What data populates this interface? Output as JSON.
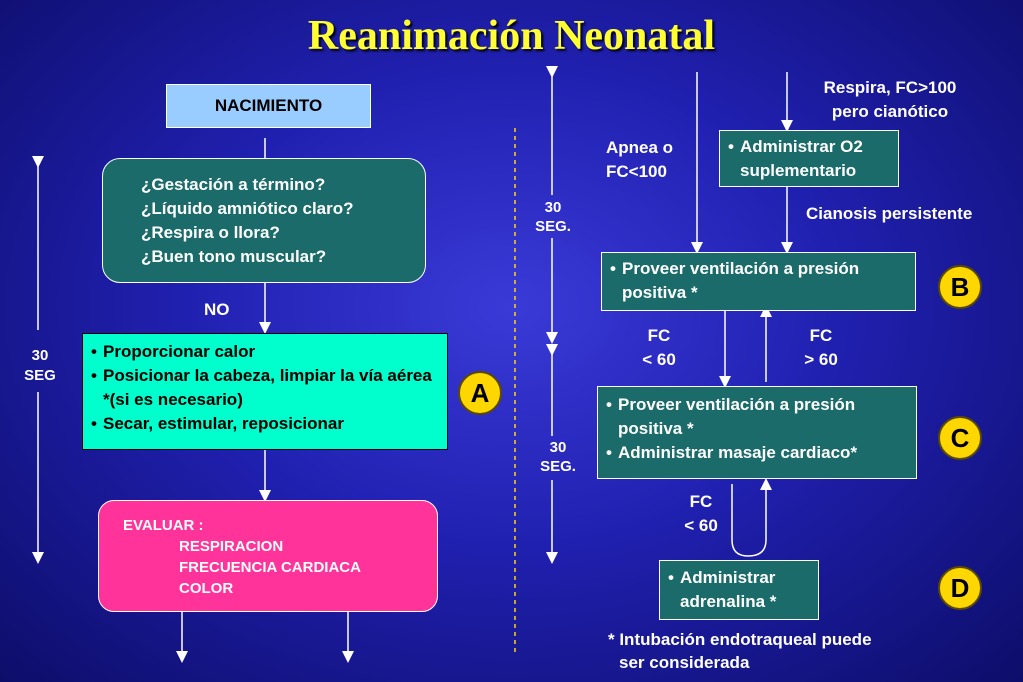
{
  "title": "Reanimación Neonatal",
  "left": {
    "nacimiento": "NACIMIENTO",
    "questions": [
      "¿Gestación a término?",
      "¿Líquido amniótico claro?",
      "¿Respira o llora?",
      "¿Buen tono muscular?"
    ],
    "no_label": "NO",
    "time_label": [
      "30",
      "SEG"
    ],
    "stepA": [
      "Proporcionar calor",
      "Posicionar la cabeza, limpiar la vía aérea *(si es necesario)",
      "Secar, estimular, reposicionar"
    ],
    "evaluar": {
      "heading": "EVALUAR :",
      "items": [
        "RESPIRACION",
        "FRECUENCIA CARDIACA",
        "COLOR"
      ]
    },
    "badge": "A"
  },
  "right": {
    "top_right_text": [
      "Respira, FC>100",
      "pero cianótico"
    ],
    "apnea": [
      "Apnea o",
      "FC<100"
    ],
    "o2": "Administrar O2 suplementario",
    "cianosis": "Cianosis persistente",
    "time1": [
      "30",
      "SEG."
    ],
    "time2": [
      "30",
      "SEG."
    ],
    "stepB": "Proveer ventilación a presión positiva *",
    "fc_lt60_a": [
      "FC",
      "< 60"
    ],
    "fc_gt60": [
      "FC",
      "> 60"
    ],
    "stepC": [
      "Proveer ventilación a presión positiva *",
      "Administrar masaje cardiaco*"
    ],
    "fc_lt60_b": [
      "FC",
      "< 60"
    ],
    "stepD": "Administrar adrenalina *",
    "footnote": [
      "* Intubación endotraqueal puede",
      "ser considerada"
    ],
    "badges": [
      "B",
      "C",
      "D"
    ]
  },
  "colors": {
    "title": "#ffff33",
    "teal": "#1b6b6b",
    "cyan": "#00ffcc",
    "pink": "#ff3399",
    "nacimiento": "#99ccff",
    "badge": "#ffd700"
  }
}
